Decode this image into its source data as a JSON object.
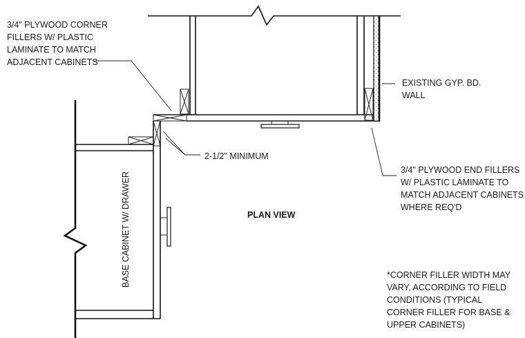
{
  "annotations": {
    "corner_fillers": [
      "3/4\" PLYWOOD CORNER",
      "FILLERS W/ PLASTIC",
      "LAMINATE TO MATCH",
      "ADJACENT CABINETS"
    ],
    "existing_wall": [
      "EXISTING GYP. BD.",
      "WALL"
    ],
    "minimum": "2-1/2\" MINIMUM",
    "end_fillers": [
      "3/4\" PLYWOOD END FILLERS",
      "W/ PLASTIC LAMINATE TO",
      "MATCH ADJACENT CABINETS",
      "WHERE REQ'D"
    ],
    "plan_view": "PLAN VIEW",
    "base_cabinet": "BASE CABINET W/ DRAWER",
    "note": [
      "*CORNER FILLER WIDTH MAY",
      "VARY, ACCORDING TO FIELD",
      "CONDITIONS (TYPICAL",
      "CORNER FILLER FOR BASE &",
      "UPPER CABINETS)"
    ]
  }
}
